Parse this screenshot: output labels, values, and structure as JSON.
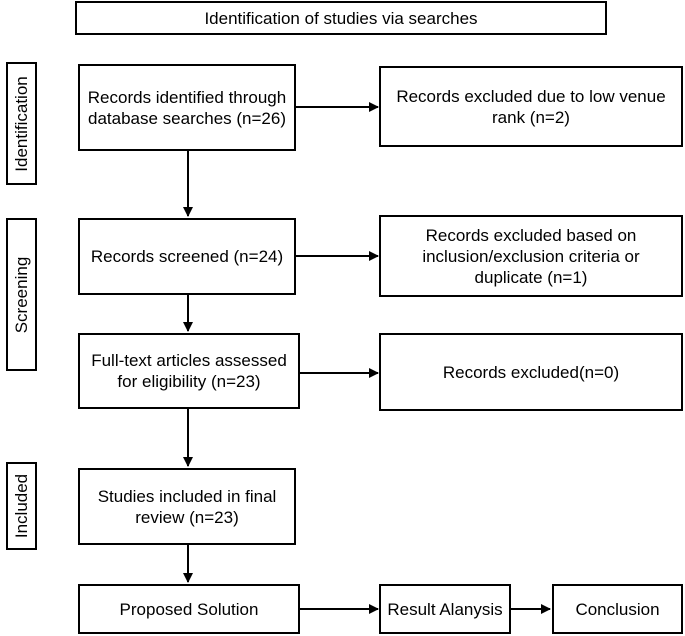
{
  "header": {
    "title": "Identification of studies via searches"
  },
  "phases": {
    "identification": "Identification",
    "screening": "Screening",
    "included": "Included"
  },
  "flow": {
    "identified": "Records identified through database searches (n=26)",
    "excluded_venue": "Records excluded due to low venue rank (n=2)",
    "screened": "Records screened (n=24)",
    "excluded_criteria": "Records excluded based on inclusion/exclusion criteria or duplicate (n=1)",
    "fulltext": "Full-text articles assessed for eligibility (n=23)",
    "excluded_zero": "Records excluded(n=0)",
    "included": "Studies included in final review (n=23)",
    "proposed": "Proposed Solution",
    "result": "Result Alanysis",
    "conclusion": "Conclusion"
  }
}
